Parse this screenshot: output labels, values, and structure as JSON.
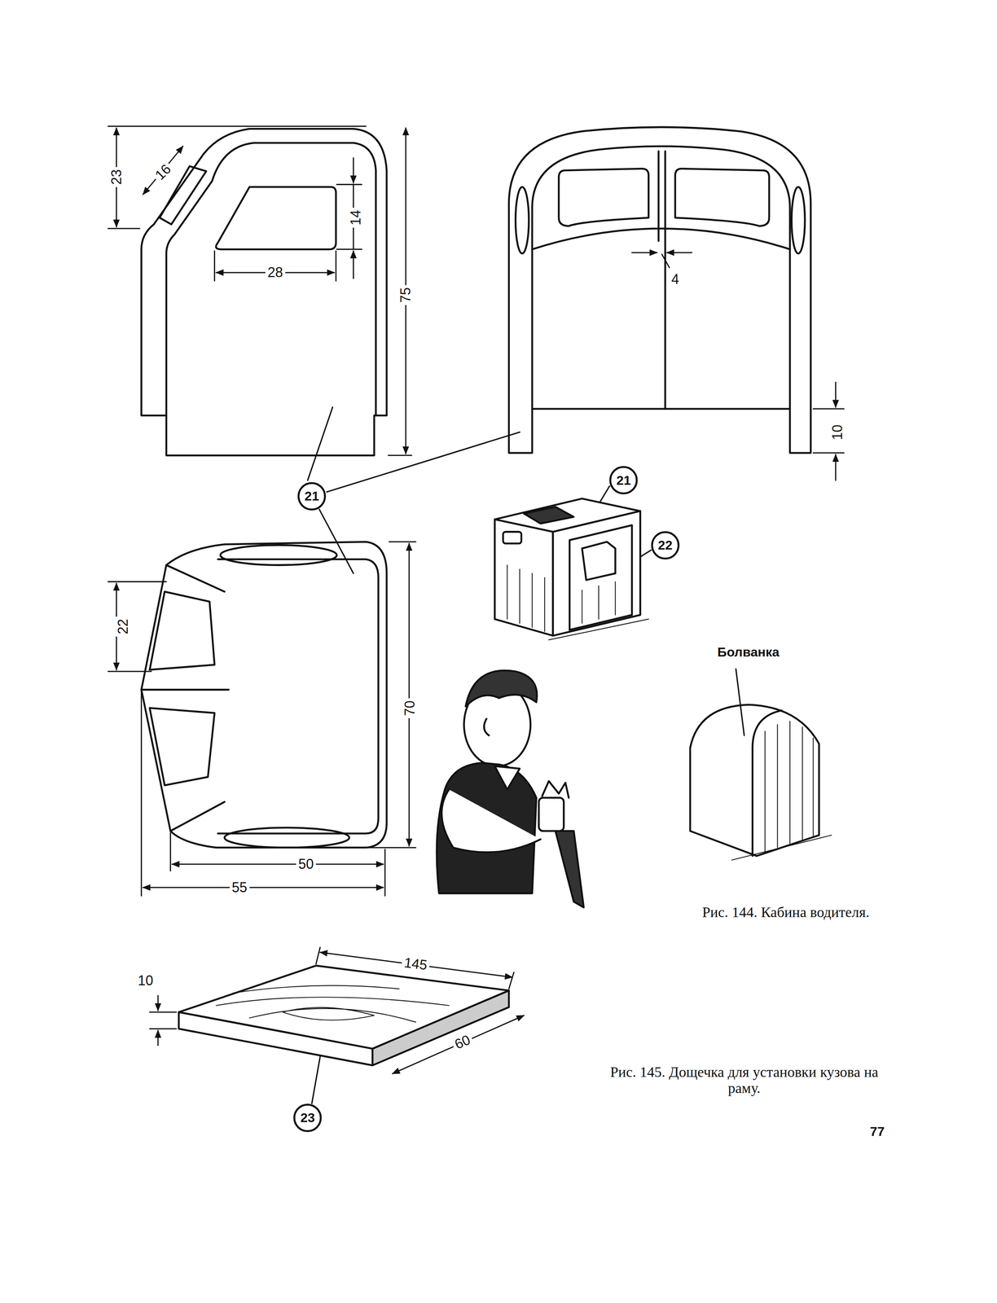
{
  "diagram": {
    "caption": "Рис. 144. Кабина водителя.",
    "nodes": [
      {
        "text": [
          "21"
        ]
      },
      {
        "text": [
          "21"
        ]
      },
      {
        "text": [
          "22"
        ]
      },
      {
        "text": [
          "23"
        ]
      }
    ],
    "labels": [
      "23",
      "16",
      "14",
      "28",
      "75",
      "4",
      "10",
      "22",
      "70",
      "50",
      "55",
      "Болванка",
      "10",
      "145",
      "60",
      "Рис. 145. Дощечка для установки кузова на раму.",
      "77"
    ]
  }
}
